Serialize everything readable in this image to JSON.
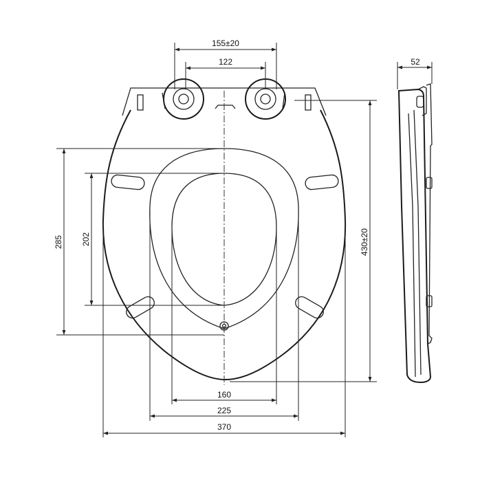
{
  "dimensions": {
    "hinge_outer": "155±20",
    "hinge_inner": "122",
    "side_thickness": "52",
    "outer_height": "285",
    "inner_height": "202",
    "total_length": "430±20",
    "inner_width": "160",
    "seat_width": "225",
    "total_width": "370"
  },
  "colors": {
    "line": "#222222",
    "background": "#ffffff"
  }
}
